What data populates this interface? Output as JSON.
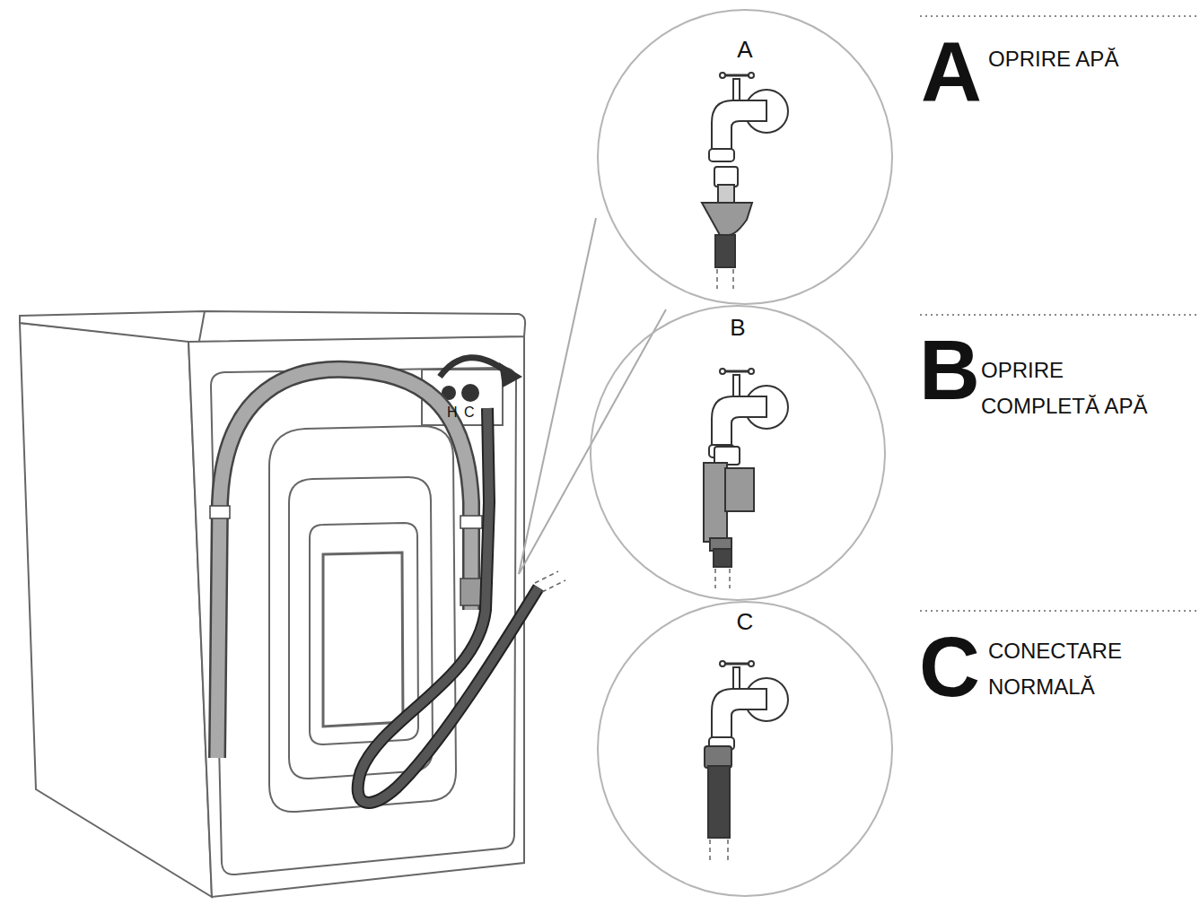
{
  "diagram": {
    "nodes": [
      {
        "text": [
          "A"
        ]
      },
      {
        "text": [
          "B"
        ]
      },
      {
        "text": [
          "C"
        ]
      }
    ],
    "labels": [
      "H",
      "C",
      "A",
      "OPRIRE APĂ",
      "B",
      "OPRIRE COMPLETĂ APĂ",
      "C",
      "CONECTARE NORMALĂ"
    ]
  }
}
